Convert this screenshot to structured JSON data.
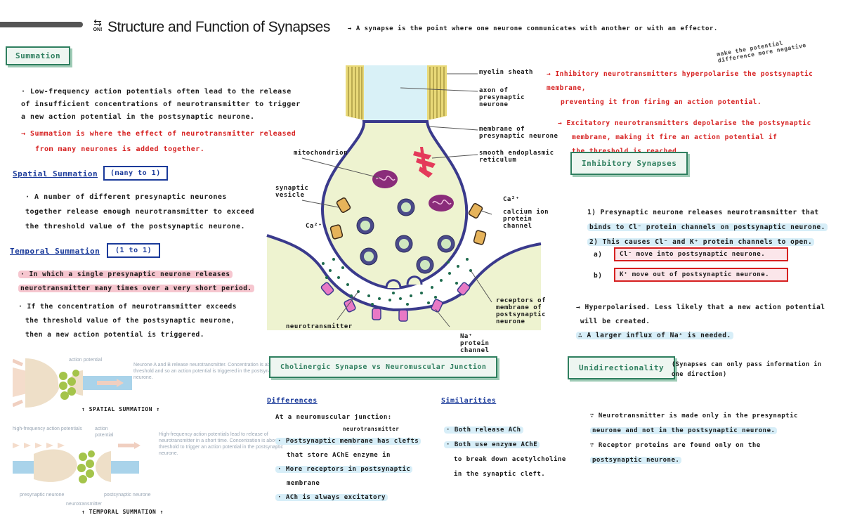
{
  "header": {
    "icon": "ON!",
    "title": "Structure and Function of Synapses",
    "subtitle": "→ A synapse is the point where one neurone communicates with another or with an effector."
  },
  "summation": {
    "heading": "Summation",
    "intro_lines": [
      "· Low-frequency action potentials often lead to the release",
      "of insufficient concentrations of neurotransmitter to trigger",
      "a new action potential in the postsynaptic neurone."
    ],
    "red_lines": [
      "→ Summation is where the effect of neurotransmitter released",
      "from many neurones is added together."
    ],
    "spatial_heading": "Spatial Summation",
    "spatial_tag": "(many to 1)",
    "spatial_lines": [
      "· A number of different presynaptic neurones",
      "together release enough neurotransmitter to exceed",
      "the threshold value of the postsynaptic neurone."
    ],
    "temporal_heading": "Temporal Summation",
    "temporal_tag": "(1 to 1)",
    "temporal_lines": [
      "· In which a single presynaptic neurone releases",
      "neurotransmitter many times over a very short period.",
      "· If the concentration of neurotransmitter exceeds",
      "the threshold value of the postsynaptic neurone,",
      "then a new action potential is triggered."
    ]
  },
  "figures": {
    "fig1_label_top": "action potential",
    "fig1_caption": "Neurone A and B release neurotransmitter. Concentration is above threshold and so an action potential is triggered in the postsynaptic neurone.",
    "fig1_title": "↑ SPATIAL SUMMATION ↑",
    "fig2_label_left": "high-frequency action potentials",
    "fig2_label_right": "action potential",
    "fig2_caption": "High-frequency action potentials lead to release of neurotransmitter in a short time. Concentration is above the threshold to trigger an action potential in the postsynaptic neurone.",
    "fig2_presyn": "presynaptic neurone",
    "fig2_postsyn": "postsynaptic neurone",
    "fig2_nt": "neurotransmitter",
    "fig2_title": "↑ TEMPORAL SUMMATION ↑"
  },
  "diagram": {
    "labels": {
      "myelin": "myelin sheath",
      "axon": "axon of presynaptic neurone",
      "membrane_pre": "membrane of presynaptic neurone",
      "smooth_er": "smooth endoplasmic reticulum",
      "mitochondrion": "mitochondrion",
      "vesicle": "synaptic vesicle",
      "ca1": "Ca²⁺",
      "ca2": "Ca²⁺",
      "ca_channel": "calcium ion protein channel",
      "receptors": "receptors of membrane of postsynaptic neurone",
      "nt": "neurotransmitter",
      "na_channel": "Na⁺ protein channel"
    }
  },
  "inhibitory": {
    "red_lines": [
      "→ Inhibitory neurotransmitters hyperpolarise the postsynaptic membrane,",
      "preventing it from firing an action potential.",
      "→ Excitatory neurotransmitters depolarise the postsynaptic",
      "membrane, making it fire an action potential if",
      "the threshold is reached."
    ],
    "note": "make the potential difference more negative",
    "heading": "Inhibitory Synapses",
    "lines": [
      "1) Presynaptic neurone releases neurotransmitter that",
      "binds to Cl⁻ protein channels on postsynaptic neurone.",
      "2) This causes Cl⁻ and K⁺ protein channels to open."
    ],
    "step_a_num": "a)",
    "step_a": "Cl⁻ move into postsynaptic neurone.",
    "step_b_num": "b)",
    "step_b": "K⁺ move out of postsynaptic neurone.",
    "hyper_lines": [
      "→ Hyperpolarised. Less likely that a new action potential",
      "will be created.",
      "∴ A larger influx of Na⁺ is needed."
    ]
  },
  "compare": {
    "heading": "Cholinergic Synapse vs Neuromuscular Junction",
    "diff_heading": "Differences",
    "diff_lines": [
      "At a neuromuscular junction:",
      "neurotransmitter",
      "· Postsynaptic membrane has clefts",
      "that store AChE enzyme in",
      "· More receptors in postsynaptic",
      "membrane",
      "· ACh is always excitatory"
    ],
    "sim_heading": "Similarities",
    "sim_lines": [
      "· Both release ACh",
      "· Both use enzyme AChE",
      "to break down acetylcholine",
      "in the synaptic cleft."
    ]
  },
  "unidirectionality": {
    "heading": "Unidirectionality",
    "note": "(Synapses can only pass information in one direction)",
    "lines": [
      "∵ Neurotransmitter is made only in the presynaptic",
      "neurone and not in the postsynaptic neurone.",
      "∵ Receptor proteins are found only on the",
      "postsynaptic neurone."
    ]
  },
  "colors": {
    "red": "#d62020",
    "blue": "#1a3a9a",
    "green_box": "#2f7f5f",
    "highlight_blue": "#d7eef8",
    "highlight_pink": "#f6c6cf",
    "cytoplasm": "#eef3d0",
    "membrane": "#3a3a8c",
    "mitochondria": "#8a2c7a"
  }
}
